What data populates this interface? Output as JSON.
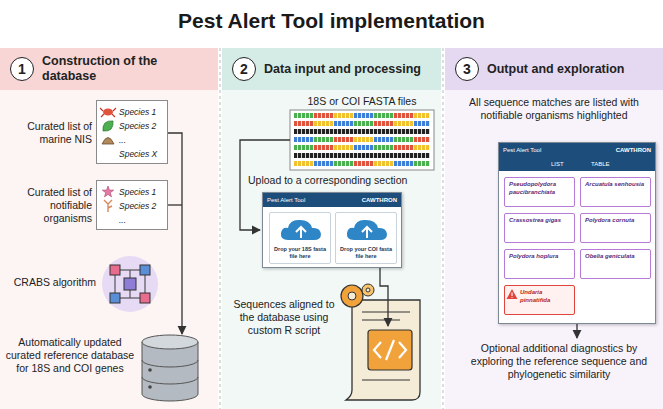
{
  "diagram": {
    "title": "Pest Alert Tool implementation",
    "nodes": [
      {
        "text": [
          "1",
          "Construction of the database"
        ]
      },
      {
        "text": [
          "2",
          "Data input and processing"
        ]
      },
      {
        "text": [
          "3",
          "Output and exploration"
        ]
      },
      {
        "text": [
          "Species 1",
          "Species 2",
          "...",
          "Species X"
        ]
      },
      {
        "text": [
          "Species 1",
          "Species 2",
          "..."
        ]
      },
      {
        "text": [
          "Pest Alert Tool",
          "CAWTHRON"
        ]
      },
      {
        "text": [
          "Drop your 18S fasta file here"
        ],
        "in": 5
      },
      {
        "text": [
          "Drop your COI fasta file here"
        ],
        "in": 5
      },
      {
        "text": [
          "Pest Alert Tool",
          "CAWTHRON",
          "LIST",
          "TABLE"
        ]
      },
      {
        "text": [
          "Pseudopolydora paucibranchiata"
        ],
        "in": 8
      },
      {
        "text": [
          "Arcuatula senhousia"
        ],
        "in": 8
      },
      {
        "text": [
          "Crassostrea gigas"
        ],
        "in": 8
      },
      {
        "text": [
          "Polydora cornuta"
        ],
        "in": 8
      },
      {
        "text": [
          "Polydora hoplura"
        ],
        "in": 8
      },
      {
        "text": [
          "Obelia geniculata"
        ],
        "in": 8
      },
      {
        "text": [
          "Undaria pinnatifida"
        ],
        "in": 8
      }
    ],
    "labels": [
      "Curated list of marine NIS",
      "Curated list of notifiable organisms",
      "CRABS algorithm",
      "Automatically updated curated reference database for 18S and COI genes",
      "18S or COI FASTA files",
      "Upload to a corresponding section",
      "Sequences aligned to the database using custom R script",
      "All sequence matches are listed with notifiable organisms highlighted",
      "Optional additional diagnostics by exploring the reference sequence and phylogenetic similarity"
    ]
  }
}
